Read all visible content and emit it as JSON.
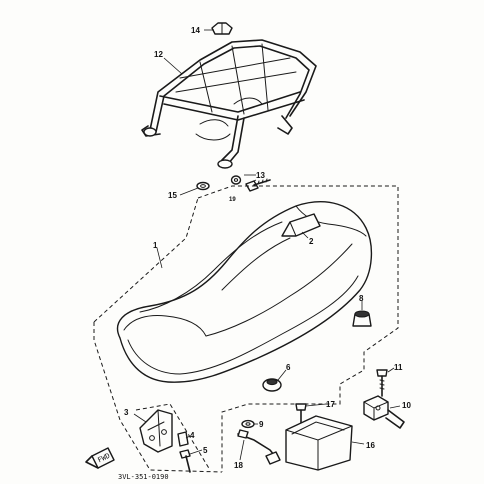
{
  "callouts": {
    "p1": "1",
    "p2": "2",
    "p3": "3",
    "p4": "4",
    "p5": "5",
    "p6": "6",
    "p8": "8",
    "p9": "9",
    "p10": "10",
    "p11": "11",
    "p12": "12",
    "p13": "13",
    "p14": "14",
    "p15": "15",
    "p16": "16",
    "p17": "17",
    "p18": "18",
    "p19": "19"
  },
  "front_tag": "FWD",
  "figure_code": "3VL-351-0190"
}
